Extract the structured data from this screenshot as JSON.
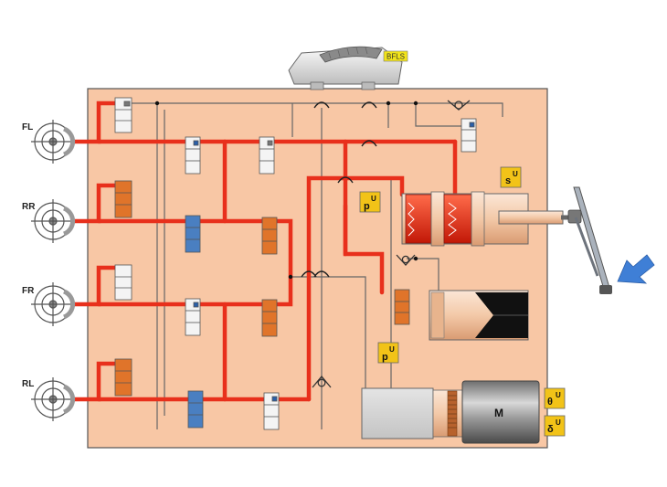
{
  "wheels": {
    "fl": "FL",
    "rr": "RR",
    "fr": "FR",
    "rl": "RL"
  },
  "reservoir_label": "BFLS",
  "motor_label": "M",
  "sensors": {
    "travel": {
      "main": "s",
      "sup": "U"
    },
    "pressure_upper": {
      "main": "p",
      "sup": "U"
    },
    "pressure_lower": {
      "main": "p",
      "sup": "U"
    },
    "angle": {
      "main": "θ",
      "sup": "U"
    },
    "rotation": {
      "main": "δ",
      "sup": "U"
    }
  },
  "colors": {
    "board": "#f8c7a5",
    "hydraulic_line": "#e8301c",
    "valve_orange": "#e0742a",
    "valve_blue": "#4a7fc1",
    "valve_white": "#f4f4f4",
    "sensor_yellow": "#f2c318",
    "pedal_arrow": "#3f7fd6"
  }
}
